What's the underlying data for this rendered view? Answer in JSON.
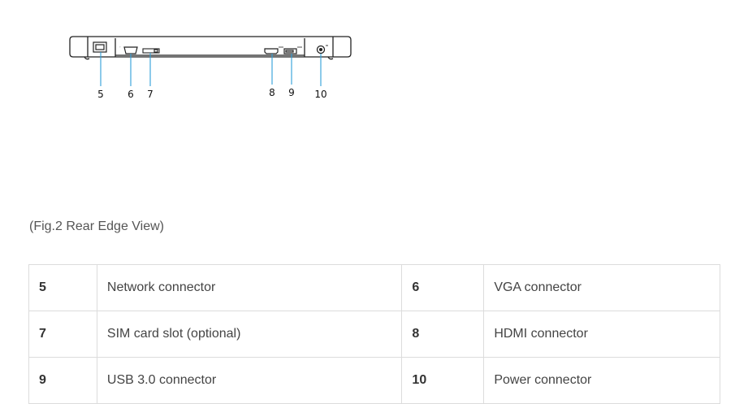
{
  "figure": {
    "callouts": [
      "5",
      "6",
      "7",
      "8",
      "9",
      "10"
    ]
  },
  "caption": "(Fig.2 Rear Edge View)",
  "table": {
    "rows": [
      [
        {
          "num": "5",
          "desc": "Network connector"
        },
        {
          "num": "6",
          "desc": "VGA connector"
        }
      ],
      [
        {
          "num": "7",
          "desc": "SIM card slot (optional)"
        },
        {
          "num": "8",
          "desc": "HDMI connector"
        }
      ],
      [
        {
          "num": "9",
          "desc": "USB 3.0 connector"
        },
        {
          "num": "10",
          "desc": "Power connector"
        }
      ]
    ]
  },
  "colors": {
    "text": "#444444",
    "border": "#dcdcdc",
    "callout_line": "#2f9fd8"
  }
}
